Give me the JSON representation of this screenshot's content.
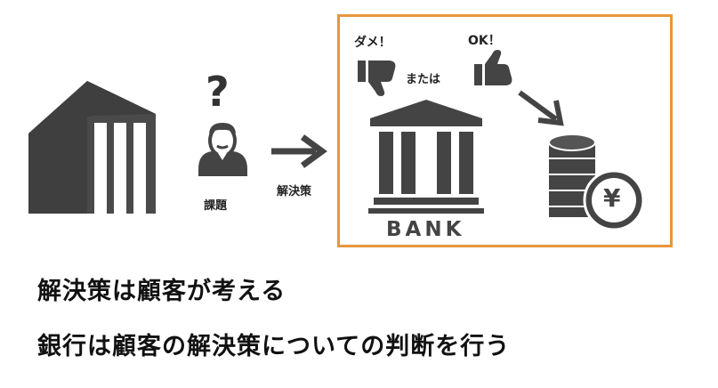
{
  "colors": {
    "frame": "#e8963a",
    "icon": "#444444",
    "text": "#111111"
  },
  "icons": {
    "building": "building-icon",
    "person": "person-question-icon",
    "arrow": "arrow-right-icon",
    "thumbs_down": "thumbs-down-icon",
    "thumbs_up": "thumbs-up-icon",
    "bank": "bank-icon",
    "coins": "yen-coins-icon"
  },
  "diagram": {
    "question_mark": "?",
    "issue_label": "課題",
    "solution_label": "解決策",
    "ng_label": "ダメ！",
    "or_label": "または",
    "ok_label": "OK！",
    "bank_label": "BANK",
    "yen_symbol": "¥"
  },
  "statements": {
    "line1": "解決策は顧客が考える",
    "line2": "銀行は顧客の解決策についての判断を行う"
  }
}
